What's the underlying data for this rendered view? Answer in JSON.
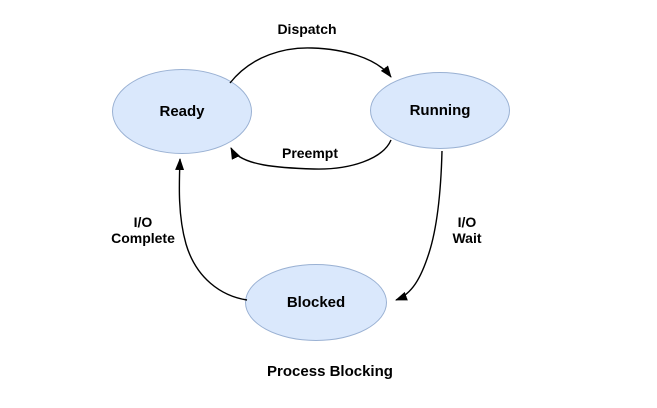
{
  "diagram": {
    "caption": "Process Blocking",
    "states": [
      {
        "label": "Ready"
      },
      {
        "label": "Running"
      },
      {
        "label": "Blocked"
      }
    ],
    "transitions": [
      {
        "label": "Dispatch",
        "from": "Ready",
        "to": "Running"
      },
      {
        "label": "Preempt",
        "from": "Running",
        "to": "Ready"
      },
      {
        "label_line1": "I/O",
        "label_line2": "Wait",
        "from": "Running",
        "to": "Blocked"
      },
      {
        "label_line1": "I/O",
        "label_line2": "Complete",
        "from": "Blocked",
        "to": "Ready"
      }
    ],
    "colors": {
      "state_fill": "#dae8fc",
      "state_stroke": "#9ab1d3",
      "arrow": "#000000",
      "text": "#000000",
      "background": "#ffffff"
    }
  }
}
